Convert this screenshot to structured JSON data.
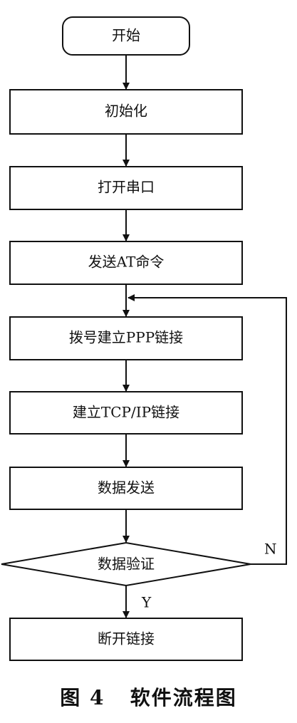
{
  "diagram": {
    "nodes": {
      "start": "开始",
      "init": "初始化",
      "open_port": "打开串口",
      "send_at": "发送AT命令",
      "dial_ppp": "拨号建立PPP链接",
      "tcp_ip": "建立TCP/IP链接",
      "data_send": "数据发送",
      "data_verify": "数据验证",
      "disconnect": "断开链接"
    },
    "edge_labels": {
      "yes": "Y",
      "no": "N"
    }
  },
  "caption": "图 4   软件流程图"
}
